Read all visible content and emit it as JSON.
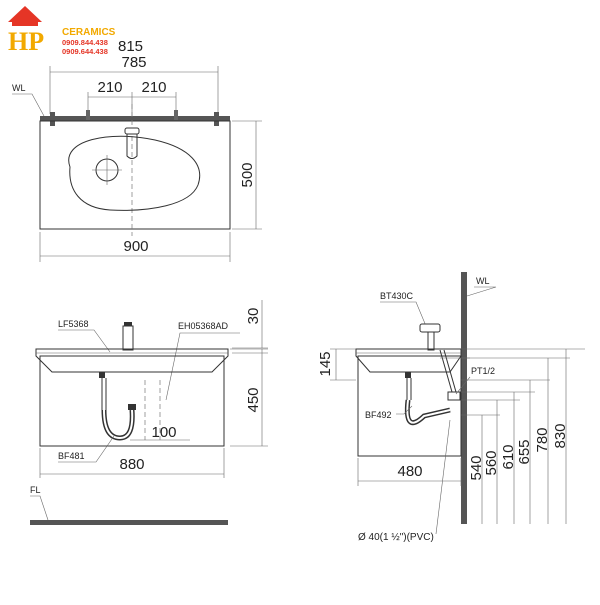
{
  "logo": {
    "initials": "HP",
    "brand": "CERAMICS",
    "phone_1": "0909.844.438",
    "phone_2": "0909.644.438"
  },
  "top_view": {
    "wall_label": "WL",
    "partial_label": "815",
    "dim_overall_top": "785",
    "dim_left_tap": "210",
    "dim_right_tap": "210",
    "dim_height": "500",
    "dim_width": "900"
  },
  "front_view": {
    "lavatory_label": "LF5368",
    "faucet_label": "EH05368AD",
    "trap_label": "BF481",
    "floor_label": "FL",
    "dim_top": "30",
    "dim_height": "450",
    "dim_drain_offset": "100",
    "dim_width": "880"
  },
  "side_view": {
    "faucet_label": "BT430C",
    "wall_label": "WL",
    "valve_label": "PT1/2",
    "trap_label": "BF492",
    "dim_rim": "145",
    "dim_depth": "480",
    "heights": [
      "540",
      "560",
      "610",
      "655",
      "780",
      "830"
    ],
    "pipe_label": "Ø 40(1 ½\")(PVC)"
  }
}
